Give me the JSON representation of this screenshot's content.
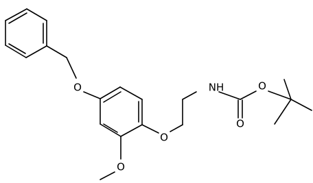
{
  "diagram": {
    "type": "chemical-structure",
    "atom_labels": {
      "benzyloxy_oxygen": "O",
      "ether_oxygen": "O",
      "methoxy_oxygen": "O",
      "amine_nitrogen": "NH",
      "carbonyl_oxygen": "O",
      "ester_oxygen": "O"
    }
  }
}
